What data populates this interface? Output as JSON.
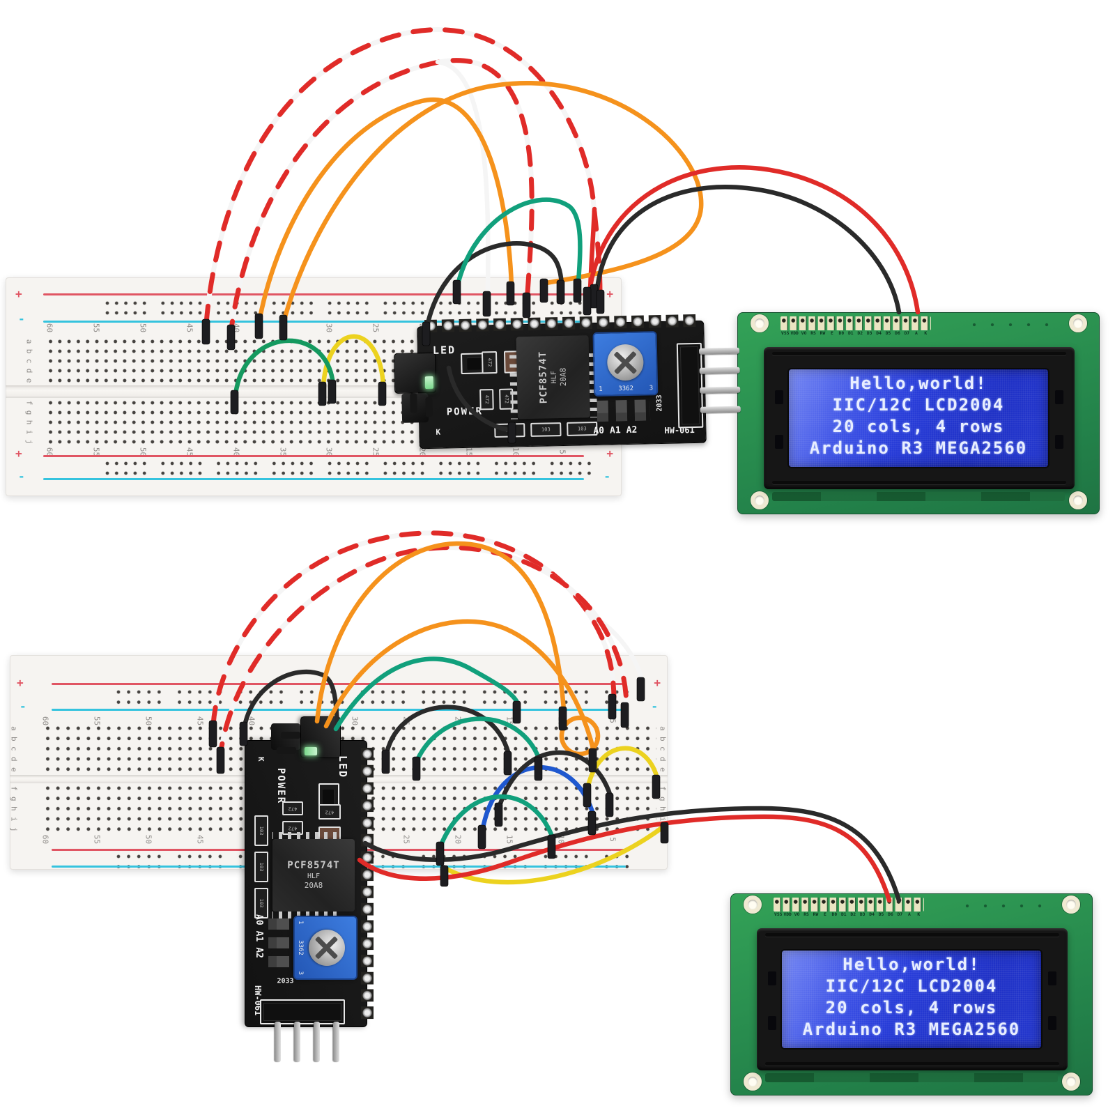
{
  "scene": {
    "description": "Product photo: two breadboard setups wiring HW-061 I2C serial backpack modules to blue 20x4 character LCD displays",
    "background_color": "#ffffff"
  },
  "lcd": {
    "lines": [
      "Hello,world!",
      "IIC/12C LCD2004",
      "20 cols, 4 rows",
      "Arduino R3 MEGA2560"
    ],
    "pin_labels": [
      "VSS",
      "VDD",
      "VO",
      "RS",
      "RW",
      "E",
      "D0",
      "D1",
      "D2",
      "D3",
      "D4",
      "D5",
      "D6",
      "D7",
      "A",
      "K"
    ],
    "pcb_green": "#2f9b52",
    "screen_blue": "#2337d6",
    "text_color": "#e8eeff"
  },
  "module": {
    "led_label": "LED",
    "power_label": "POWER",
    "k_label": "K",
    "addr_labels": [
      "A0",
      "A1",
      "A2"
    ],
    "date_code": "2033",
    "model": "HW-061",
    "chip_line1": "PCF8574T",
    "chip_line2": "HLF",
    "chip_line3": "20A8",
    "pot_left": "1",
    "pot_code": "3362",
    "pot_right": "3",
    "smd_resistor": "472",
    "smd_cap": "103",
    "pcb_black": "#161616",
    "pot_blue": "#2e6fd2"
  },
  "breadboard": {
    "letters_top": [
      "a",
      "b",
      "c",
      "d",
      "e"
    ],
    "letters_bottom": [
      "f",
      "g",
      "h",
      "i",
      "j"
    ],
    "numbers": [
      "60",
      "55",
      "50",
      "45",
      "40",
      "35",
      "30",
      "25",
      "20",
      "15",
      "10",
      "5"
    ],
    "plus": "+",
    "minus": "-",
    "body_color": "#f6f4f1",
    "rail_red": "#e05563",
    "rail_blue": "#35c3de"
  },
  "wire_colors": {
    "red": "#e02b28",
    "white": "#f5f5f5",
    "orange": "#f5921c",
    "yellow": "#ecd21f",
    "green": "#15995f",
    "teal": "#11a07c",
    "blue": "#1f58cf",
    "black": "#2a2a2a"
  }
}
